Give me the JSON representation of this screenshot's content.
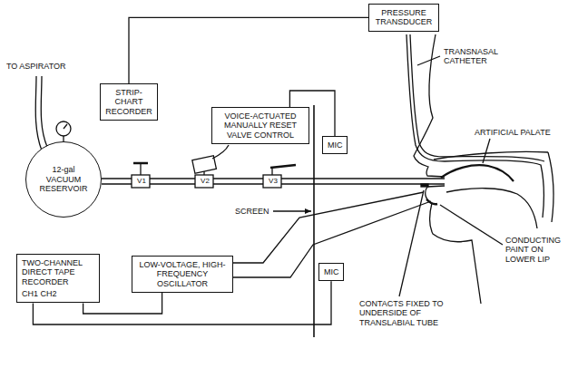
{
  "diagram": {
    "nodes": [
      {
        "text": [
          "STRIP-CHART RECORDER"
        ]
      },
      {
        "text": [
          "PRESSURE TRANSDUCER"
        ]
      },
      {
        "text": [
          "VOICE-ACTUATED MANUALLY RESET VALVE CONTROL"
        ]
      },
      {
        "text": [
          "12-gal VACUUM RESERVOIR"
        ]
      },
      {
        "text": [
          "MIC"
        ]
      },
      {
        "text": [
          "TWO-CHANNEL DIRECT TAPE RECORDER",
          "CH1 CH2"
        ]
      },
      {
        "text": [
          "LOW-VOLTAGE, HIGH-FREQUENCY OSCILLATOR"
        ]
      },
      {
        "text": [
          "MIC"
        ]
      }
    ],
    "edges": [
      {
        "from": 0,
        "to": 1,
        "arrow": "none"
      },
      {
        "from": 2,
        "to": 4,
        "arrow": "none"
      },
      {
        "from": 5,
        "to": 7,
        "arrow": "none"
      },
      {
        "from": 5,
        "to": 6,
        "arrow": "none"
      }
    ],
    "labels": [
      "TO ASPIRATOR",
      "V1",
      "V2",
      "V3",
      "SCREEN",
      "TRANSNASAL CATHETER",
      "ARTIFICIAL PALATE",
      "CONDUCTING PAINT ON LOWER LIP",
      "CONTACTS FIXED TO UNDERSIDE OF TRANSLABIAL TUBE"
    ]
  }
}
